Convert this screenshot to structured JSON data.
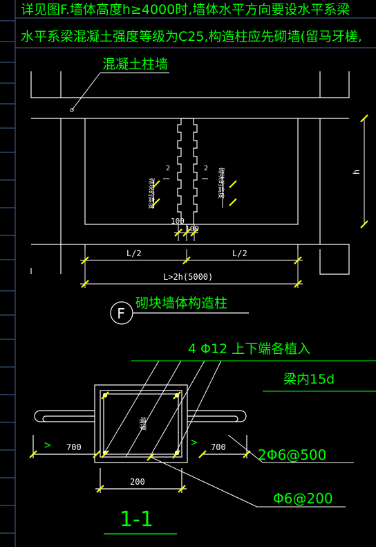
{
  "colors": {
    "bg": "#000000",
    "white": "#ffffff",
    "green": "#00ff00",
    "yellow": "#ffff00",
    "frame_blue": "#4a6a9a"
  },
  "notes": {
    "line1": "详见图F.墙体高度h≥4000时,墙体水平方向要设水平系梁",
    "line2": "水平系梁混凝土强度等级为C25,构造柱应先砌墙(留马牙槎,"
  },
  "elevation": {
    "callout_label": "混凝土柱墙",
    "section_mark_left": "2",
    "section_mark_right": "2",
    "left_note": "砌块的高度",
    "right_note": "砌块的高度",
    "height_label": "h",
    "dim_100_left": "100",
    "dim_100_right": "100",
    "half_left": "L/2",
    "half_right": "L/2",
    "total_length": "L>2h(5000)"
  },
  "detail_title": {
    "circle_letter": "F",
    "text": "砌块墙体构造柱"
  },
  "section": {
    "rebar_label": "4 Φ12 上下端各植入",
    "anchor_label": "梁内15d",
    "column_text": "墙厚",
    "dim_700_left": "700",
    "dim_700_right": "700",
    "tie_label": "2Φ6@500",
    "width_label": "200",
    "stirrup_label": "Φ6@200",
    "title": "1-1"
  }
}
